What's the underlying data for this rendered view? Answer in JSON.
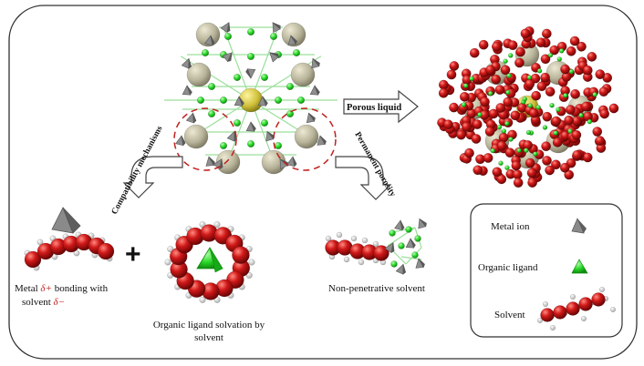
{
  "labels": {
    "porous_liquid": "Porous liquid",
    "compatibility": "Compatibility mechanisms",
    "permanent": "Permanent porosity",
    "metal_bond_prefix": "Metal ",
    "metal_bond_delta_plus": "δ+",
    "metal_bond_suffix": " bonding with",
    "solvent_prefix": "solvent ",
    "solvent_delta_minus": "δ−",
    "ligand_solvation_line1": "Organic ligand solvation by",
    "ligand_solvation_line2": "solvent",
    "non_penetrative": "Non-penetrative solvent",
    "plus": "+"
  },
  "legend": {
    "metal_ion": "Metal ion",
    "organic_ligand": "Organic ligand",
    "solvent": "Solvent"
  },
  "colors": {
    "frame": "#333333",
    "atom_red": "#c8191a",
    "ligand_green": "#22dd22",
    "metal_gray": "#808080",
    "sphere_olive": "#b8b49a",
    "center_yellow": "#d4c84a",
    "dashed_circle": "#c0201e",
    "arrow_fill": "#ffffff"
  }
}
